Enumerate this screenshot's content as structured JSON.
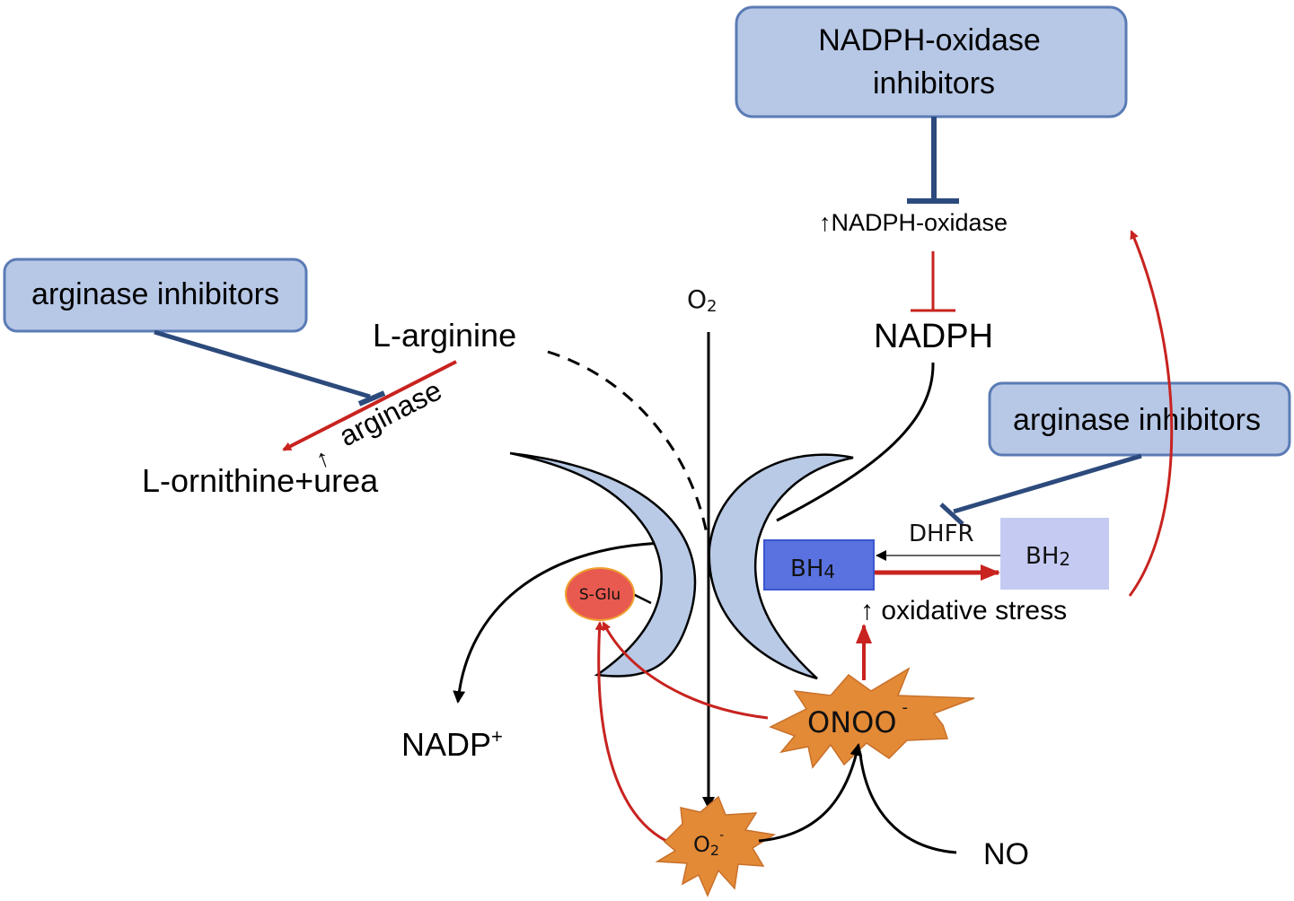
{
  "title": "NADPH-oxidase / arginase inhibitor pathway diagram",
  "colors": {
    "box_fill": "#b7c7e6",
    "box_stroke": "#5a7bb5",
    "inhibit_blue": "#2c4a7c",
    "activate_red": "#c8231f",
    "crescent_fill": "#b8cae6",
    "bh4_fill": "#5a72e0",
    "bh2_fill": "#c4caf2",
    "sglu_fill": "#e85a4f",
    "burst_fill": "#e38a37"
  },
  "boxes": {
    "nadph_oxidase_inhibitors": {
      "line1": "NADPH-oxidase",
      "line2": "inhibitors"
    },
    "arginase_inhibitors_left": {
      "label": "arginase inhibitors"
    },
    "arginase_inhibitors_right": {
      "label": "arginase inhibitors"
    }
  },
  "labels": {
    "nadph_oxidase": "↑NADPH-oxidase",
    "nadph": "NADPH",
    "l_arginine": "L-arginine",
    "arginase": "arginase",
    "arginase_up": "↑",
    "l_ornithine": "L-ornithine+urea",
    "o2": "O",
    "o2_sub": "2",
    "dhfr": "DHFR",
    "bh4": "BH",
    "bh4_sub": "4",
    "bh2": "BH",
    "bh2_sub": "2",
    "oxidative_stress": "↑ oxidative stress",
    "sglu": "S-Glu",
    "nadp_plus": "NADP",
    "nadp_plus_sup": "+",
    "onoo": "ONOO",
    "onoo_sup": "-",
    "o2_radical": "O",
    "o2_radical_sub": "2",
    "o2_radical_sup": "-",
    "no": "NO"
  }
}
